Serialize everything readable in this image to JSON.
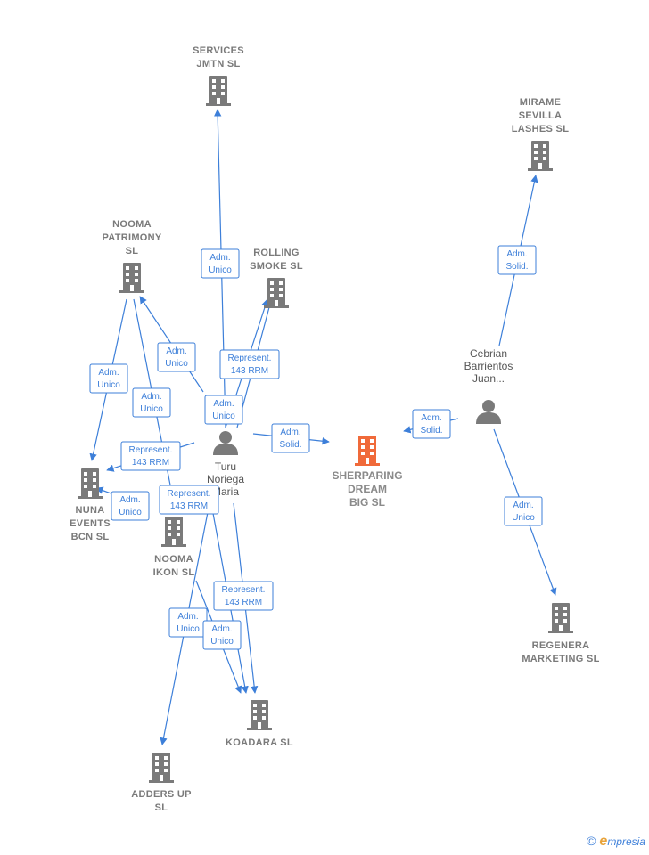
{
  "colors": {
    "edge": "#3d7fd9",
    "company": "#7a7a7a",
    "focus": "#f06a3a",
    "person": "#7a7a7a"
  },
  "nodes": [
    {
      "id": "services",
      "kind": "company",
      "label": [
        "SERVICES",
        "JMTN  SL"
      ]
    },
    {
      "id": "mirame",
      "kind": "company",
      "label": [
        "MIRAME",
        "SEVILLA",
        "LASHES  SL"
      ]
    },
    {
      "id": "nooma_patrimony",
      "kind": "company",
      "label": [
        "NOOMA",
        "PATRIMONY",
        "SL"
      ]
    },
    {
      "id": "rolling",
      "kind": "company",
      "label": [
        "ROLLING",
        "SMOKE  SL"
      ]
    },
    {
      "id": "cebrian",
      "kind": "person",
      "label": [
        "Cebrian",
        "Barrientos",
        "Juan..."
      ]
    },
    {
      "id": "turu",
      "kind": "person",
      "label": [
        "Turu",
        "Noriega",
        "Maria"
      ]
    },
    {
      "id": "sherparing",
      "kind": "focus",
      "label": [
        "SHERPARING",
        "DREAM",
        "BIG  SL"
      ]
    },
    {
      "id": "nuna",
      "kind": "company",
      "label": [
        "NUNA",
        "EVENTS",
        "BCN  SL"
      ]
    },
    {
      "id": "nooma_ikon",
      "kind": "company",
      "label": [
        "NOOMA",
        "IKON  SL"
      ]
    },
    {
      "id": "regenera",
      "kind": "company",
      "label": [
        "REGENERA",
        "MARKETING SL"
      ]
    },
    {
      "id": "koadara",
      "kind": "company",
      "label": [
        "KOADARA  SL"
      ]
    },
    {
      "id": "adders",
      "kind": "company",
      "label": [
        "ADDERS UP",
        "SL"
      ]
    }
  ],
  "edges": [
    {
      "id": "e1",
      "role": [
        "Adm.",
        "Unico"
      ]
    },
    {
      "id": "e2",
      "role": [
        "Adm.",
        "Unico"
      ]
    },
    {
      "id": "e3",
      "role": [
        "Adm.",
        "Unico"
      ]
    },
    {
      "id": "e4",
      "role": [
        "Represent.",
        "143 RRM"
      ]
    },
    {
      "id": "e5",
      "role": [
        "Adm.",
        "Unico"
      ]
    },
    {
      "id": "e6",
      "role": [
        "Adm.",
        "Unico"
      ]
    },
    {
      "id": "e7",
      "role": [
        "Represent.",
        "143 RRM"
      ]
    },
    {
      "id": "e8",
      "role": [
        "Adm.",
        "Unico"
      ]
    },
    {
      "id": "e9",
      "role": [
        "Represent.",
        "143 RRM"
      ]
    },
    {
      "id": "e10",
      "role": [
        "Represent.",
        "143 RRM"
      ]
    },
    {
      "id": "e11",
      "role": [
        "Adm.",
        "Unico"
      ]
    },
    {
      "id": "e12",
      "role": [
        "Adm.",
        "Unico"
      ]
    },
    {
      "id": "e13",
      "role": [
        "Adm.",
        "Solid."
      ]
    },
    {
      "id": "e14",
      "role": [
        "Adm.",
        "Solid."
      ]
    },
    {
      "id": "e15",
      "role": [
        "Adm.",
        "Solid."
      ]
    },
    {
      "id": "e16",
      "role": [
        "Adm.",
        "Unico"
      ]
    }
  ],
  "footer": {
    "copyright": "©",
    "brand_initial": "e",
    "brand_rest": "mpresia"
  }
}
